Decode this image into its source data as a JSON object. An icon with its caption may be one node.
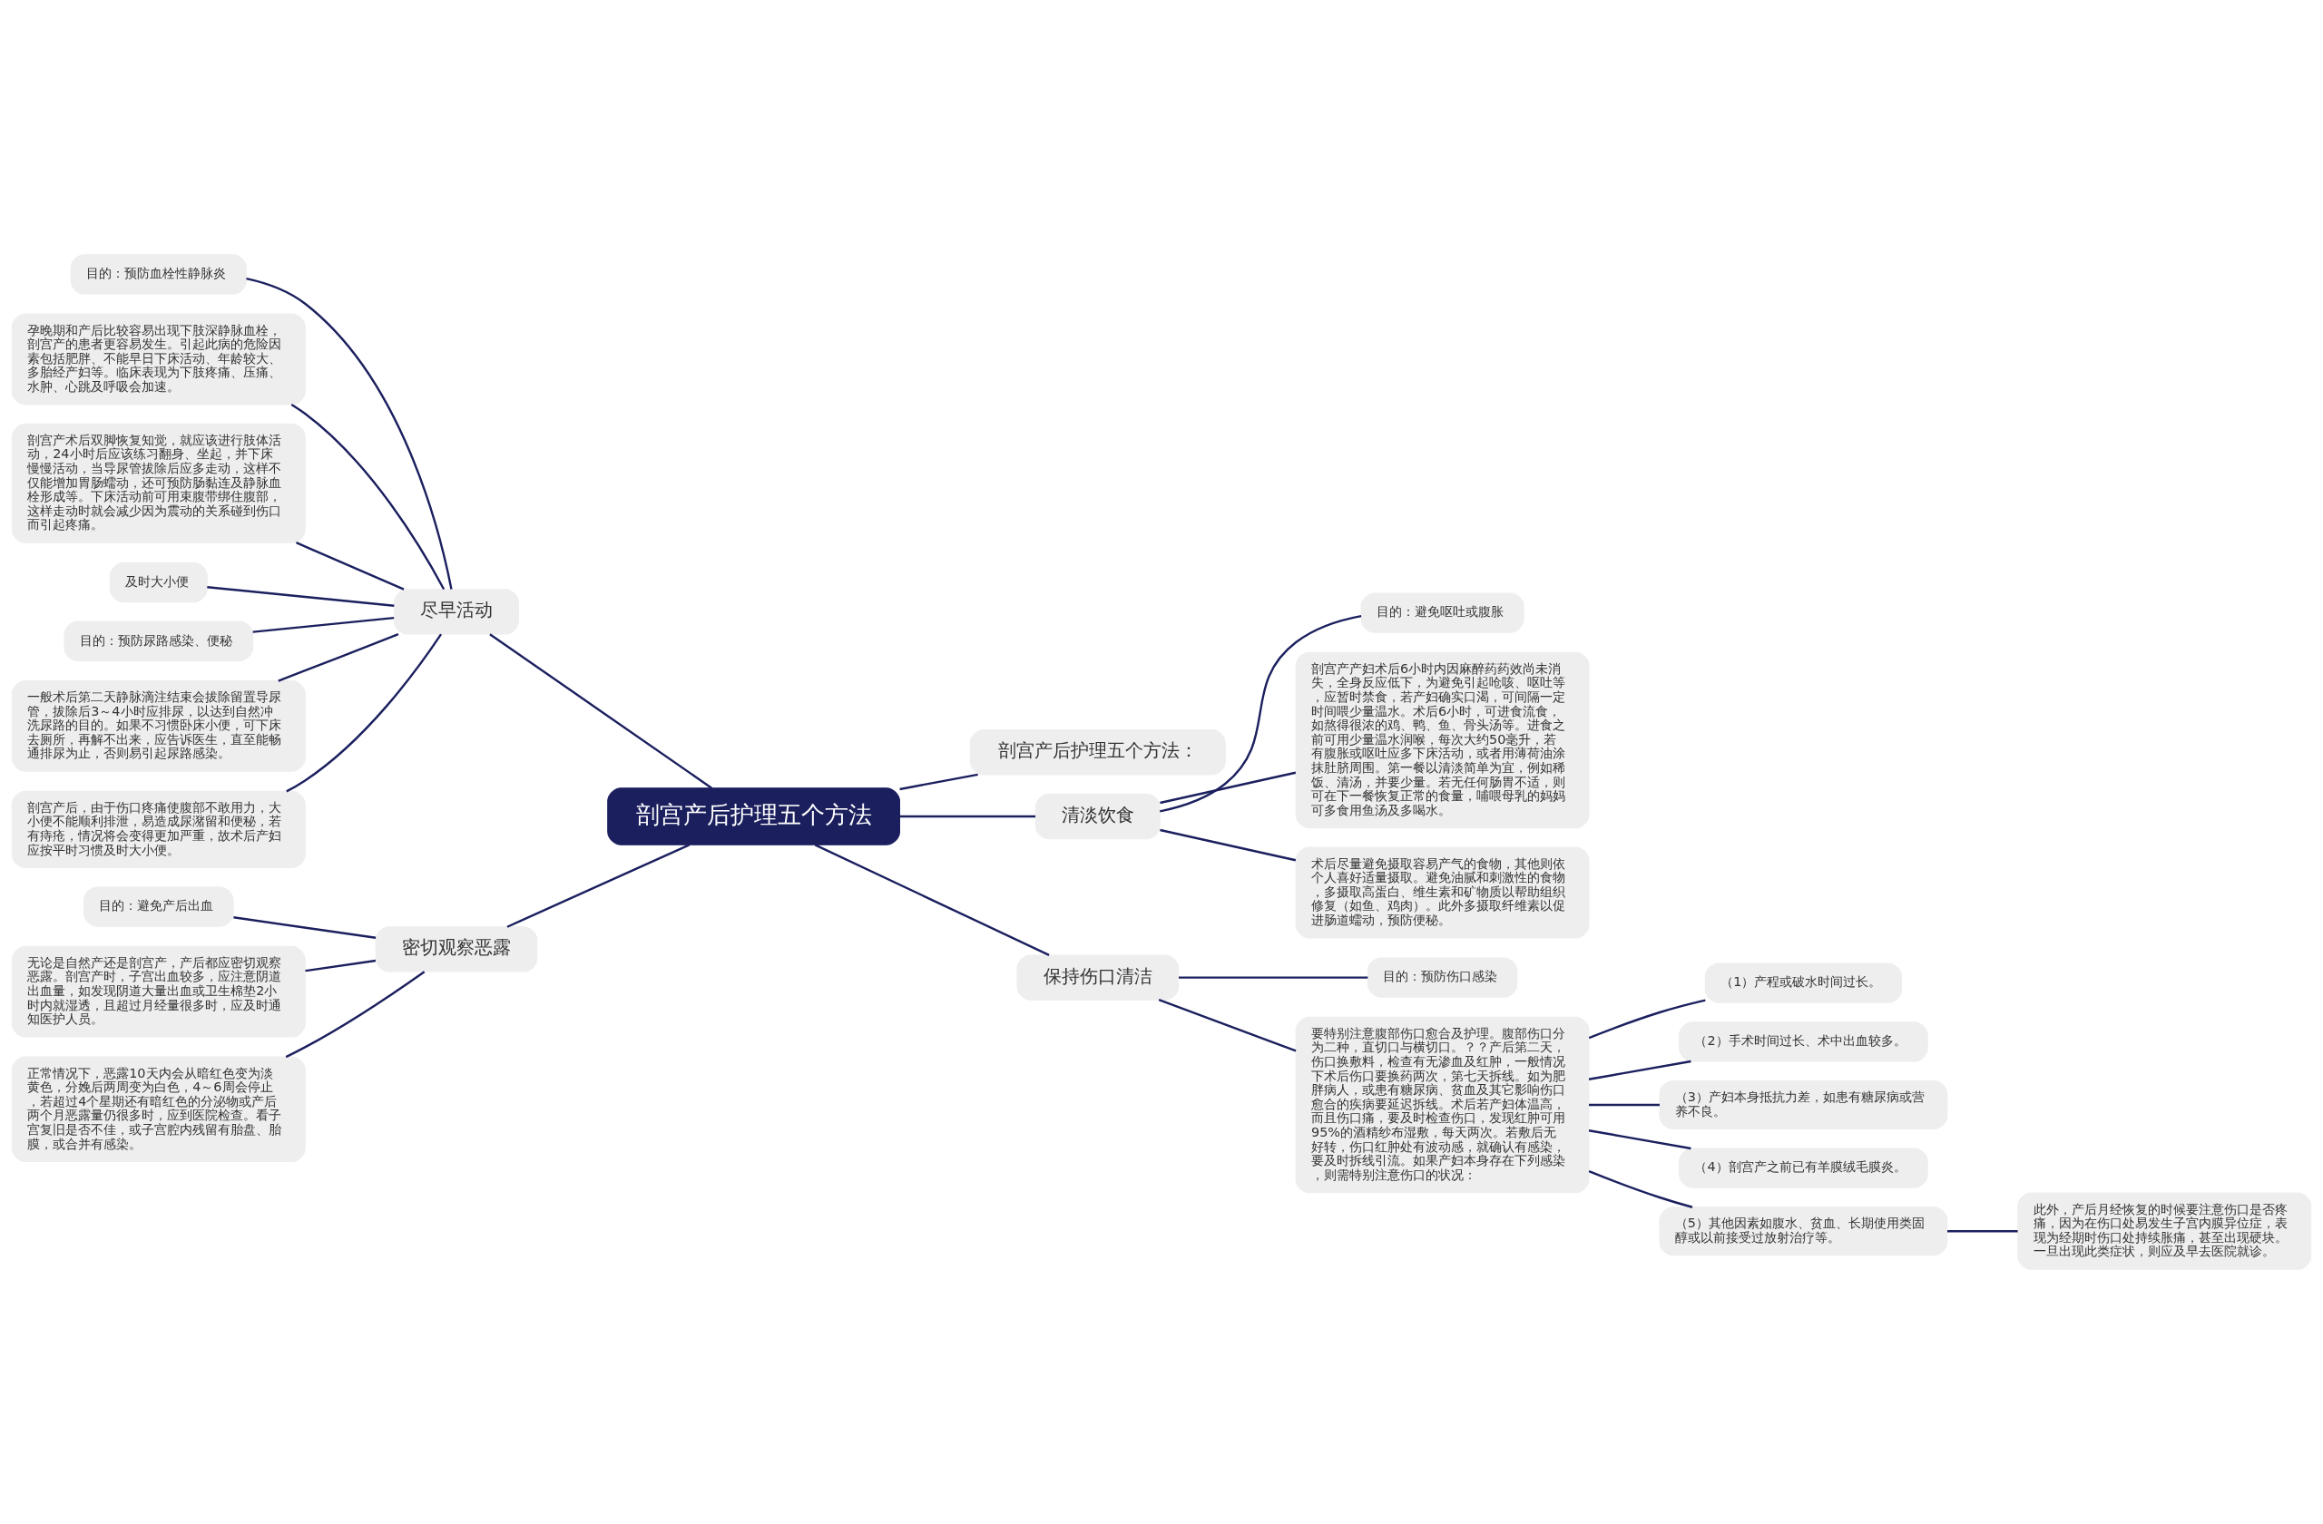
{
  "diagram": {
    "nodes": [
      {
        "text": [
          "剖宫产后护理五个方法"
        ]
      },
      {
        "text": [
          "尽早活动"
        ]
      },
      {
        "text": [
          "目的：预防血栓性静脉炎"
        ]
      },
      {
        "text": [
          "孕晚期和产后比较容易出现下肢深静脉血栓，剖宫产的患者更容易发生。引起此病的危险因素包括肥胖、不能早日下床活动、年龄较大、多胎经产妇等。临床表现为下肢疼痛、压痛、水肿、心跳及呼吸会加速。"
        ]
      },
      {
        "text": [
          "剖宫产术后双脚恢复知觉，就应该进行肢体活动，24小时后应该练习翻身、坐起，并下床慢慢活动，当导尿管拔除后应多走动，这样不仅能增加胃肠蠕动，还可预防肠黏连及静脉血栓形成等。下床活动前可用束腹带绑住腹部，这样走动时就会减少因为震动的关系碰到伤口而引起疼痛。"
        ]
      },
      {
        "text": [
          "及时大小便"
        ]
      },
      {
        "text": [
          "目的：预防尿路感染、便秘"
        ]
      },
      {
        "text": [
          "一般术后第二天静脉滴注结束会拔除留置导尿管，拔除后3～4小时应排尿，以达到自然冲洗尿路的目的。如果不习惯卧床小便，可下床去厕所，再解不出来，应告诉医生，直至能畅通排尿为止，否则易引起尿路感染。"
        ]
      },
      {
        "text": [
          "剖宫产后，由于伤口疼痛使腹部不敢用力，大小便不能顺利排泄，易造成尿潴留和便秘，若有痔疮，情况将会变得更加严重，故术后产妇应按平时习惯及时大小便。"
        ]
      },
      {
        "text": [
          "密切观察恶露"
        ]
      },
      {
        "text": [
          "目的：避免产后出血"
        ]
      },
      {
        "text": [
          "无论是自然产还是剖宫产，产后都应密切观察恶露。剖宫产时，子宫出血较多，应注意阴道出血量，如发现阴道大量出血或卫生棉垫2小时内就湿透，且超过月经量很多时，应及时通知医护人员。"
        ]
      },
      {
        "text": [
          "正常情况下，恶露10天内会从暗红色变为淡黄色，分娩后两周变为白色，4～6周会停止，若超过4个星期还有暗红色的分泌物或产后两个月恶露量仍很多时，应到医院检查。看子宫复旧是否不佳，或子宫腔内残留有胎盘、胎膜，或合并有感染。"
        ]
      },
      {
        "text": [
          "剖宫产后护理五个方法："
        ]
      },
      {
        "text": [
          "清淡饮食"
        ]
      },
      {
        "text": [
          "目的：避免呕吐或腹胀"
        ]
      },
      {
        "text": [
          "剖宫产产妇术后6小时内因麻醉药药效尚未消失，全身反应低下，为避免引起呛咳、呕吐等，应暂时禁食，若产妇确实口渴，可间隔一定时间喂少量温水。术后6小时，可进食流食，如熬得很浓的鸡、鸭、鱼、骨头汤等。进食之前可用少量温水润喉，每次大约50毫升，若有腹胀或呕吐应多下床活动，或者用薄荷油涂抹肚脐周围。第一餐以清淡简单为宜，例如稀饭、清汤，并要少量。若无任何肠胃不适，则可在下一餐恢复正常的食量，哺喂母乳的妈妈可多食用鱼汤及多喝水。"
        ]
      },
      {
        "text": [
          "术后尽量避免摄取容易产气的食物，其他则依个人喜好适量摄取。避免油腻和刺激性的食物，多摄取高蛋白、维生素和矿物质以帮助组织修复（如鱼、鸡肉）。此外多摄取纤维素以促进肠道蠕动，预防便秘。"
        ]
      },
      {
        "text": [
          "保持伤口清洁"
        ]
      },
      {
        "text": [
          "目的：预防伤口感染"
        ]
      },
      {
        "text": [
          "要特别注意腹部伤口愈合及护理。腹部伤口分为二种，直切口与横切口。？？产后第二天，伤口换敷料，检查有无渗血及红肿，一般情况下术后伤口要换药两次，第七天拆线。如为肥胖病人，或患有糖尿病、贫血及其它影响伤口愈合的疾病要延迟拆线。术后若产妇体温高，而且伤口痛，要及时检查伤口，发现红肿可用95%的酒精纱布湿敷，每天两次。若敷后无好转，伤口红肿处有波动感，就确认有感染，要及时拆线引流。如果产妇本身存在下列感染，则需特别注意伤口的状况："
        ]
      },
      {
        "text": [
          "（1）产程或破水时间过长。"
        ]
      },
      {
        "text": [
          "（2）手术时间过长、术中出血较多。"
        ]
      },
      {
        "text": [
          "（3）产妇本身抵抗力差，如患有糖尿病或营养不良。"
        ]
      },
      {
        "text": [
          "（4）剖宫产之前已有羊膜绒毛膜炎。"
        ]
      },
      {
        "text": [
          "（5）其他因素如腹水、贫血、长期使用类固醇或以前接受过放射治疗等。"
        ]
      },
      {
        "text": [
          "此外，产后月经恢复的时候要注意伤口是否疼痛，因为在伤口处易发生子宫内膜异位症，表现为经期时伤口处持续胀痛，甚至出现硬块。一旦出现此类症状，则应及早去医院就诊。"
        ]
      }
    ],
    "edges": [
      {
        "from": 0,
        "to": 1,
        "arrow": "none"
      },
      {
        "from": 1,
        "to": 2,
        "arrow": "none"
      },
      {
        "from": 1,
        "to": 3,
        "arrow": "none"
      },
      {
        "from": 1,
        "to": 4,
        "arrow": "none"
      },
      {
        "from": 1,
        "to": 5,
        "arrow": "none"
      },
      {
        "from": 1,
        "to": 6,
        "arrow": "none"
      },
      {
        "from": 1,
        "to": 7,
        "arrow": "none"
      },
      {
        "from": 1,
        "to": 8,
        "arrow": "none"
      },
      {
        "from": 0,
        "to": 9,
        "arrow": "none"
      },
      {
        "from": 9,
        "to": 10,
        "arrow": "none"
      },
      {
        "from": 9,
        "to": 11,
        "arrow": "none"
      },
      {
        "from": 9,
        "to": 12,
        "arrow": "none"
      },
      {
        "from": 0,
        "to": 13,
        "arrow": "none"
      },
      {
        "from": 0,
        "to": 14,
        "arrow": "none"
      },
      {
        "from": 14,
        "to": 15,
        "arrow": "none"
      },
      {
        "from": 14,
        "to": 16,
        "arrow": "none"
      },
      {
        "from": 14,
        "to": 17,
        "arrow": "none"
      },
      {
        "from": 0,
        "to": 18,
        "arrow": "none"
      },
      {
        "from": 18,
        "to": 19,
        "arrow": "none"
      },
      {
        "from": 18,
        "to": 20,
        "arrow": "none"
      },
      {
        "from": 20,
        "to": 21,
        "arrow": "none"
      },
      {
        "from": 20,
        "to": 22,
        "arrow": "none"
      },
      {
        "from": 20,
        "to": 23,
        "arrow": "none"
      },
      {
        "from": 20,
        "to": 24,
        "arrow": "none"
      },
      {
        "from": 20,
        "to": 25,
        "arrow": "none"
      },
      {
        "from": 25,
        "to": 26,
        "arrow": "none"
      }
    ]
  }
}
